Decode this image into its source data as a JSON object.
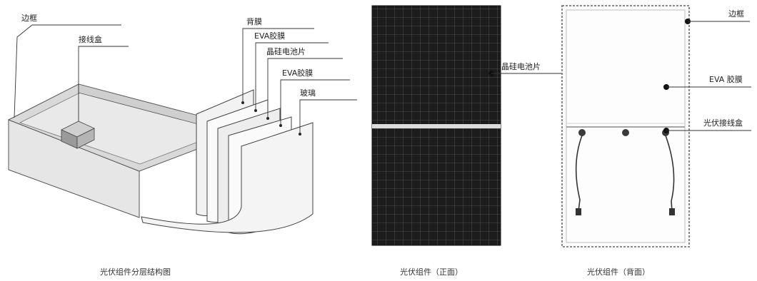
{
  "layered": {
    "labels": {
      "frame": "边框",
      "junction_box": "接线盒",
      "backsheet": "背膜",
      "eva_top": "EVA胶膜",
      "cells": "晶硅电池片",
      "eva_bottom": "EVA胶膜",
      "glass": "玻璃"
    },
    "caption": "光伏组件分层结构图"
  },
  "front": {
    "cell_label": "晶硅电池片",
    "caption": "光伏组件（正面）"
  },
  "back": {
    "labels": {
      "frame": "边框",
      "eva": "EVA 胶膜",
      "junction_box": "光伏接线盒"
    },
    "caption": "光伏组件（背面）"
  },
  "colors": {
    "panel_fill": "#1c1c1c",
    "cell_grid": "#5a5a5a",
    "line": "#333333",
    "layer_fill": "#f4f4f4"
  }
}
